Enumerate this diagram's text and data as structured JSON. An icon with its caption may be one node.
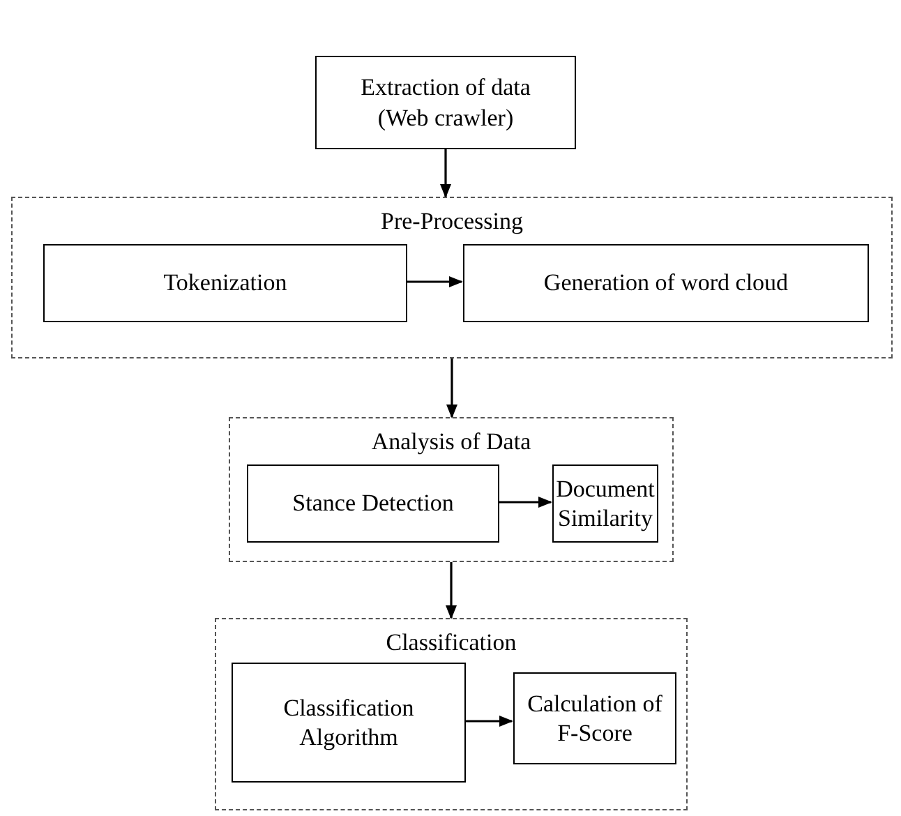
{
  "diagram": {
    "nodes": [
      {
        "text": [
          "Extraction of data",
          "(Web crawler)"
        ]
      },
      {
        "text": [
          "Pre-Processing"
        ]
      },
      {
        "text": [
          "Tokenization"
        ],
        "in": 1
      },
      {
        "text": [
          "Generation of word cloud"
        ],
        "in": 1
      },
      {
        "text": [
          "Analysis of Data"
        ]
      },
      {
        "text": [
          "Stance Detection"
        ],
        "in": 4
      },
      {
        "text": [
          "Document Similarity"
        ],
        "in": 4
      },
      {
        "text": [
          "Classification"
        ]
      },
      {
        "text": [
          "Classification Algorithm"
        ],
        "in": 7
      },
      {
        "text": [
          "Calculation of F-Score"
        ],
        "in": 7
      }
    ],
    "edges": [
      {
        "from": 0,
        "to": 1,
        "arrow": "to"
      },
      {
        "from": 2,
        "to": 3,
        "arrow": "to"
      },
      {
        "from": 1,
        "to": 4,
        "arrow": "to"
      },
      {
        "from": 5,
        "to": 6,
        "arrow": "to"
      },
      {
        "from": 4,
        "to": 7,
        "arrow": "to"
      },
      {
        "from": 8,
        "to": 9,
        "arrow": "to"
      }
    ]
  }
}
